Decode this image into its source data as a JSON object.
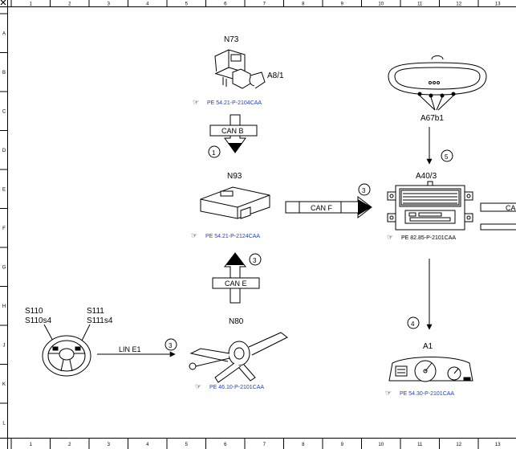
{
  "grid": {
    "columns": [
      "1",
      "2",
      "3",
      "4",
      "5",
      "6",
      "7",
      "8",
      "9",
      "10",
      "11",
      "12",
      "13"
    ],
    "rows": [
      "A",
      "B",
      "C",
      "D",
      "E",
      "F",
      "G",
      "H",
      "J",
      "K",
      "L"
    ]
  },
  "components": {
    "n73": {
      "name": "N73",
      "sub": "A8/1",
      "ref": "PE 54.21-P-2104CAA"
    },
    "n93": {
      "name": "N93",
      "ref": "PE 54.21-P-2124CAA"
    },
    "n80": {
      "name": "N80",
      "ref": "PE 46.10-P-2101CAA"
    },
    "a67b1": {
      "name": "A67b1"
    },
    "a40_3": {
      "name": "A40/3",
      "ref": "PE 82.85-P-2101CAA"
    },
    "a1": {
      "name": "A1",
      "ref": "PE 54.30-P-2101CAA"
    },
    "steering": {
      "s110": "S110",
      "s110s4": "S110s4",
      "s111": "S111",
      "s111s4": "S111s4"
    }
  },
  "links": {
    "can_b": "CAN B",
    "can_e": "CAN E",
    "can_f": "CAN F",
    "lin_e1": "LIN E1",
    "can_cut": "CA"
  },
  "steps": {
    "s1": "1",
    "s2": "3",
    "s3": "3",
    "s4": "4",
    "s5": "5",
    "s6": "3"
  },
  "colors": {
    "ref_link": "#1a3fd6",
    "line": "#000000"
  }
}
